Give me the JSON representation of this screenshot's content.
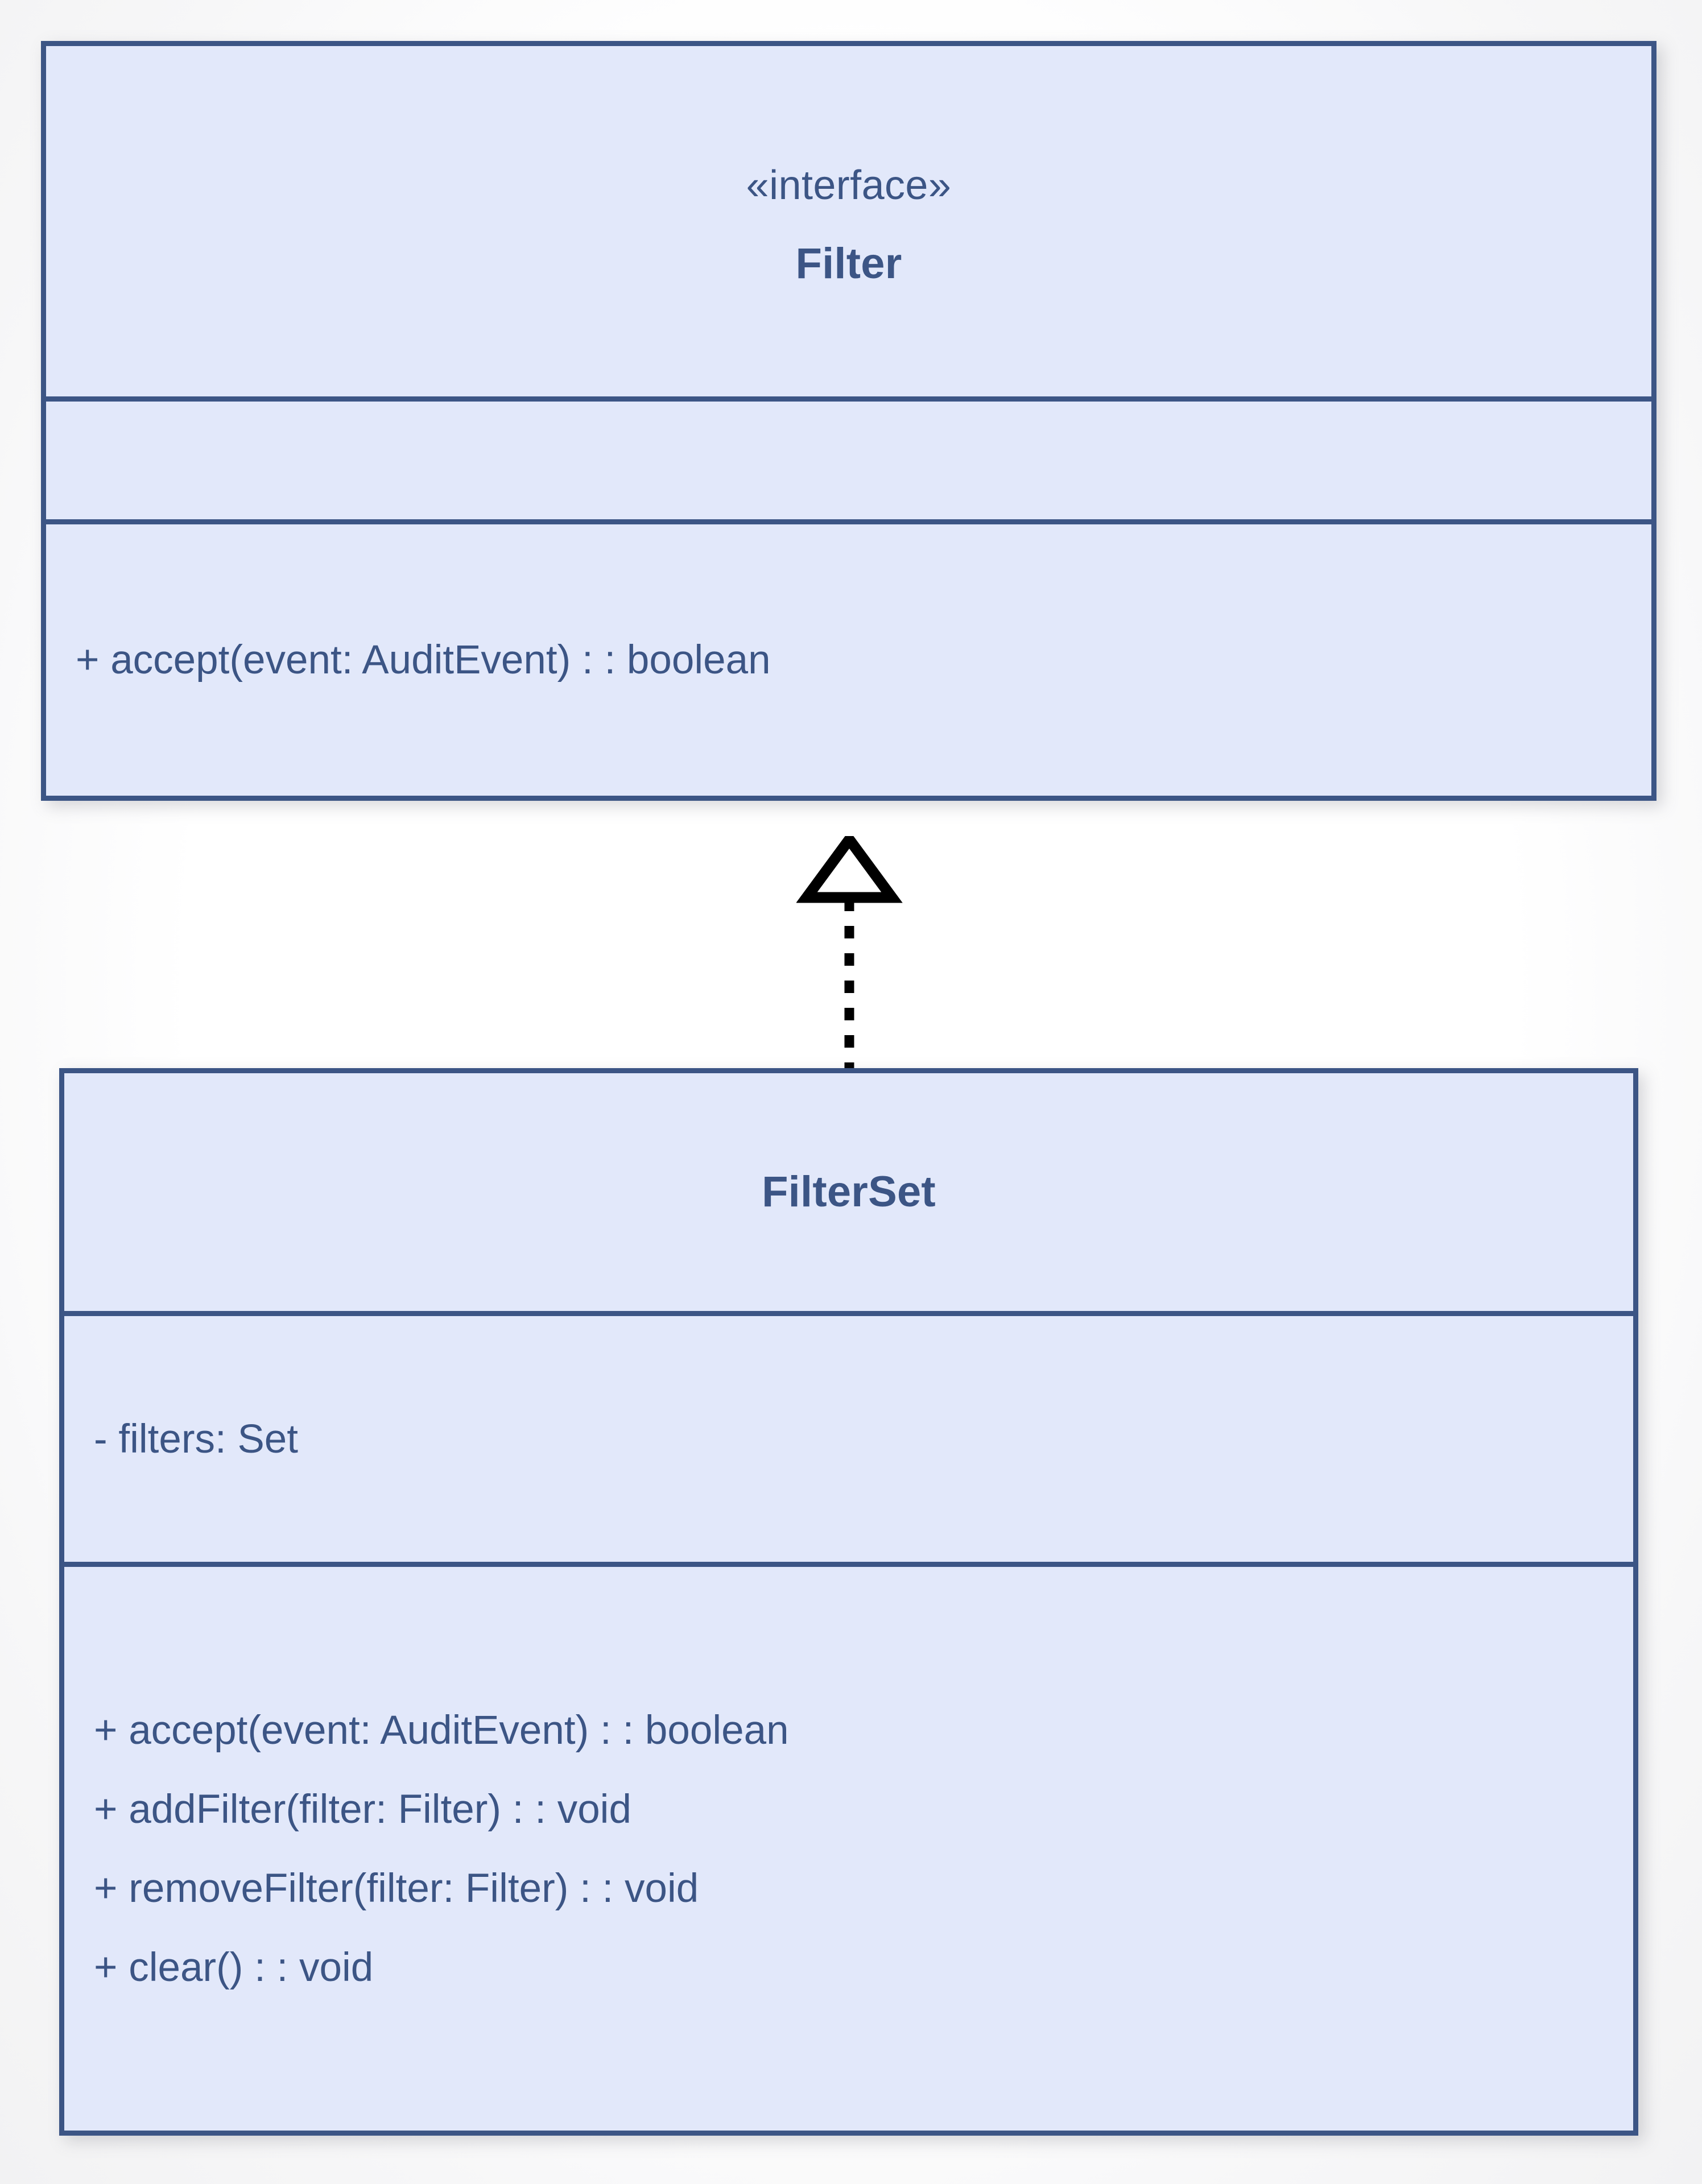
{
  "diagram": {
    "type": "uml-class-diagram",
    "colors": {
      "border": "#3c5585",
      "fill": "#e2e8fa",
      "text": "#3c5585",
      "connector": "#000000",
      "background": "#ffffff"
    },
    "classes": [
      {
        "id": "filter",
        "stereotype": "«interface»",
        "name": "Filter",
        "attributes": [],
        "methods": [
          "+ accept(event: AuditEvent) : : boolean"
        ]
      },
      {
        "id": "filterset",
        "stereotype": "",
        "name": "FilterSet",
        "attributes": [
          "- filters: Set"
        ],
        "methods": [
          "+ accept(event: AuditEvent) : : boolean",
          "+ addFilter(filter: Filter) : : void",
          "+ removeFilter(filter: Filter) : : void",
          "+ clear() : : void"
        ]
      }
    ],
    "relationships": [
      {
        "id": "filterset-realizes-filter",
        "kind": "realization",
        "line_style": "dotted",
        "arrow_head": "hollow-triangle",
        "source": "FilterSet",
        "target": "Filter"
      }
    ]
  }
}
